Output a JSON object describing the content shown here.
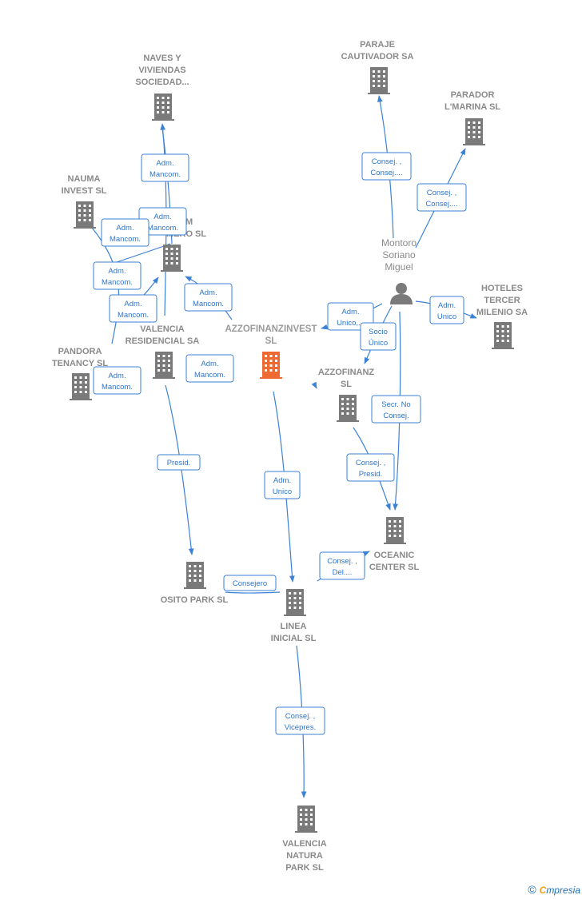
{
  "colors": {
    "edge": "#3b82d6",
    "building": "#7a7a7a",
    "building_main": "#ef6a32",
    "label": "#8a8a8a"
  },
  "nodes": [
    {
      "id": "naves",
      "type": "company",
      "lines": [
        "NAVES Y",
        "VIVIENDAS",
        "SOCIEDAD..."
      ]
    },
    {
      "id": "paraje",
      "type": "company",
      "lines": [
        "PARAJE",
        "CAUTIVADOR SA"
      ]
    },
    {
      "id": "parador",
      "type": "company",
      "lines": [
        "PARADOR",
        "L'MARINA SL"
      ]
    },
    {
      "id": "nauma",
      "type": "company",
      "lines": [
        "NAUMA",
        "INVEST  SL"
      ]
    },
    {
      "id": "m_partial",
      "type": "company",
      "lines": [
        "M",
        "...ERO SL"
      ]
    },
    {
      "id": "montoro",
      "type": "person",
      "lines": [
        "Montoro",
        "Soriano",
        "Miguel"
      ]
    },
    {
      "id": "hoteles",
      "type": "company",
      "lines": [
        "HOTELES",
        "TERCER",
        "MILENIO SA"
      ]
    },
    {
      "id": "valencia_res",
      "type": "company",
      "lines": [
        "VALENCIA",
        "RESIDENCIAL SA"
      ]
    },
    {
      "id": "azzofinanzinvest",
      "type": "company_main",
      "lines": [
        "AZZOFINANZINVEST",
        "SL"
      ]
    },
    {
      "id": "pandora",
      "type": "company",
      "lines": [
        "PANDORA",
        "TENANCY  SL"
      ]
    },
    {
      "id": "azzofinanz",
      "type": "company",
      "lines": [
        "AZZOFINANZ",
        "SL"
      ]
    },
    {
      "id": "oceanic",
      "type": "company",
      "lines": [
        "OCEANIC",
        "CENTER SL"
      ]
    },
    {
      "id": "osito",
      "type": "company",
      "lines": [
        "OSITO PARK SL"
      ]
    },
    {
      "id": "linea",
      "type": "company",
      "lines": [
        "LINEA",
        "INICIAL SL"
      ]
    },
    {
      "id": "valencia_natura",
      "type": "company",
      "lines": [
        "VALENCIA",
        "NATURA",
        "PARK SL"
      ]
    }
  ],
  "edge_labels": [
    {
      "id": "e_naves",
      "lines": [
        "Adm.",
        "Mancom."
      ]
    },
    {
      "id": "e_m_partial",
      "lines": [
        "Adm.",
        "Mancom."
      ]
    },
    {
      "id": "e_nauma",
      "lines": [
        "Adm.",
        "Mancom."
      ]
    },
    {
      "id": "e_nauma2",
      "lines": [
        "Adm.",
        "Mancom."
      ]
    },
    {
      "id": "e_valres",
      "lines": [
        "Adm.",
        "Mancom."
      ]
    },
    {
      "id": "e_m2",
      "lines": [
        "Adm.",
        "Mancom."
      ]
    },
    {
      "id": "e_pandora",
      "lines": [
        "Adm.",
        "Mancom."
      ]
    },
    {
      "id": "e_main",
      "lines": [
        "Adm.",
        "Mancom."
      ]
    },
    {
      "id": "e_paraje",
      "lines": [
        "Consej. ,",
        "Consej...."
      ]
    },
    {
      "id": "e_parador",
      "lines": [
        "Consej. ,",
        "Consej...."
      ]
    },
    {
      "id": "e_hoteles",
      "lines": [
        "Adm.",
        "Unico"
      ]
    },
    {
      "id": "e_azzoinv",
      "lines": [
        "Adm.",
        "Unico,..."
      ]
    },
    {
      "id": "e_socio",
      "lines": [
        "Socio",
        "Único"
      ]
    },
    {
      "id": "e_secr",
      "lines": [
        "Secr.  No",
        "Consej."
      ]
    },
    {
      "id": "e_azzof_oc",
      "lines": [
        "Consej. ,",
        "Presid."
      ]
    },
    {
      "id": "e_presid",
      "lines": [
        "Presid."
      ]
    },
    {
      "id": "e_admunico",
      "lines": [
        "Adm.",
        "Unico"
      ]
    },
    {
      "id": "e_consejero",
      "lines": [
        "Consejero"
      ]
    },
    {
      "id": "e_consejdel",
      "lines": [
        "Consej. ,",
        "Del...."
      ]
    },
    {
      "id": "e_vicepres",
      "lines": [
        "Consej. ,",
        "Vicepres."
      ]
    }
  ],
  "brand": {
    "copyright": "©",
    "e_letter": "C",
    "rest": "mpresia"
  }
}
